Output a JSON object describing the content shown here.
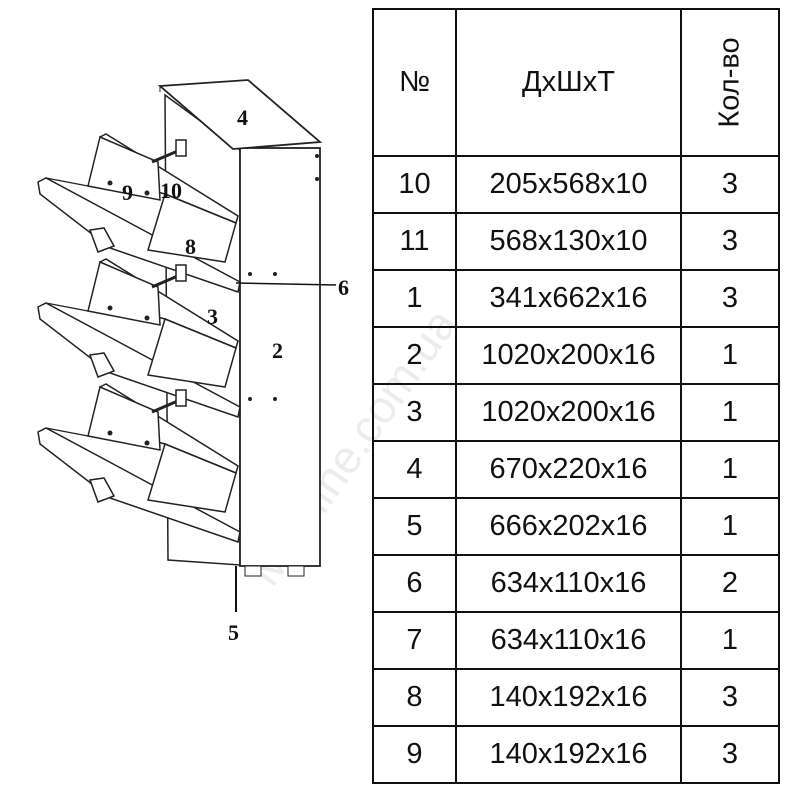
{
  "drawing": {
    "callouts": [
      "4",
      "9",
      "10",
      "8",
      "6",
      "3",
      "2",
      "5"
    ]
  },
  "table": {
    "headers": {
      "number": "№",
      "dimensions": "ДхШхТ",
      "quantity": "Кол-во"
    },
    "rows": [
      {
        "number": "10",
        "dimensions": "205x568x10",
        "quantity": "3"
      },
      {
        "number": "11",
        "dimensions": "568x130x10",
        "quantity": "3"
      },
      {
        "number": "1",
        "dimensions": "341x662x16",
        "quantity": "3"
      },
      {
        "number": "2",
        "dimensions": "1020x200x16",
        "quantity": "1"
      },
      {
        "number": "3",
        "dimensions": "1020x200x16",
        "quantity": "1"
      },
      {
        "number": "4",
        "dimensions": "670x220x16",
        "quantity": "1"
      },
      {
        "number": "5",
        "dimensions": "666x202x16",
        "quantity": "1"
      },
      {
        "number": "6",
        "dimensions": "634x110x16",
        "quantity": "2"
      },
      {
        "number": "7",
        "dimensions": "634x110x16",
        "quantity": "1"
      },
      {
        "number": "8",
        "dimensions": "140x192x16",
        "quantity": "3"
      },
      {
        "number": "9",
        "dimensions": "140x192x16",
        "quantity": "3"
      }
    ]
  },
  "watermark": "Mebline.com.ua"
}
